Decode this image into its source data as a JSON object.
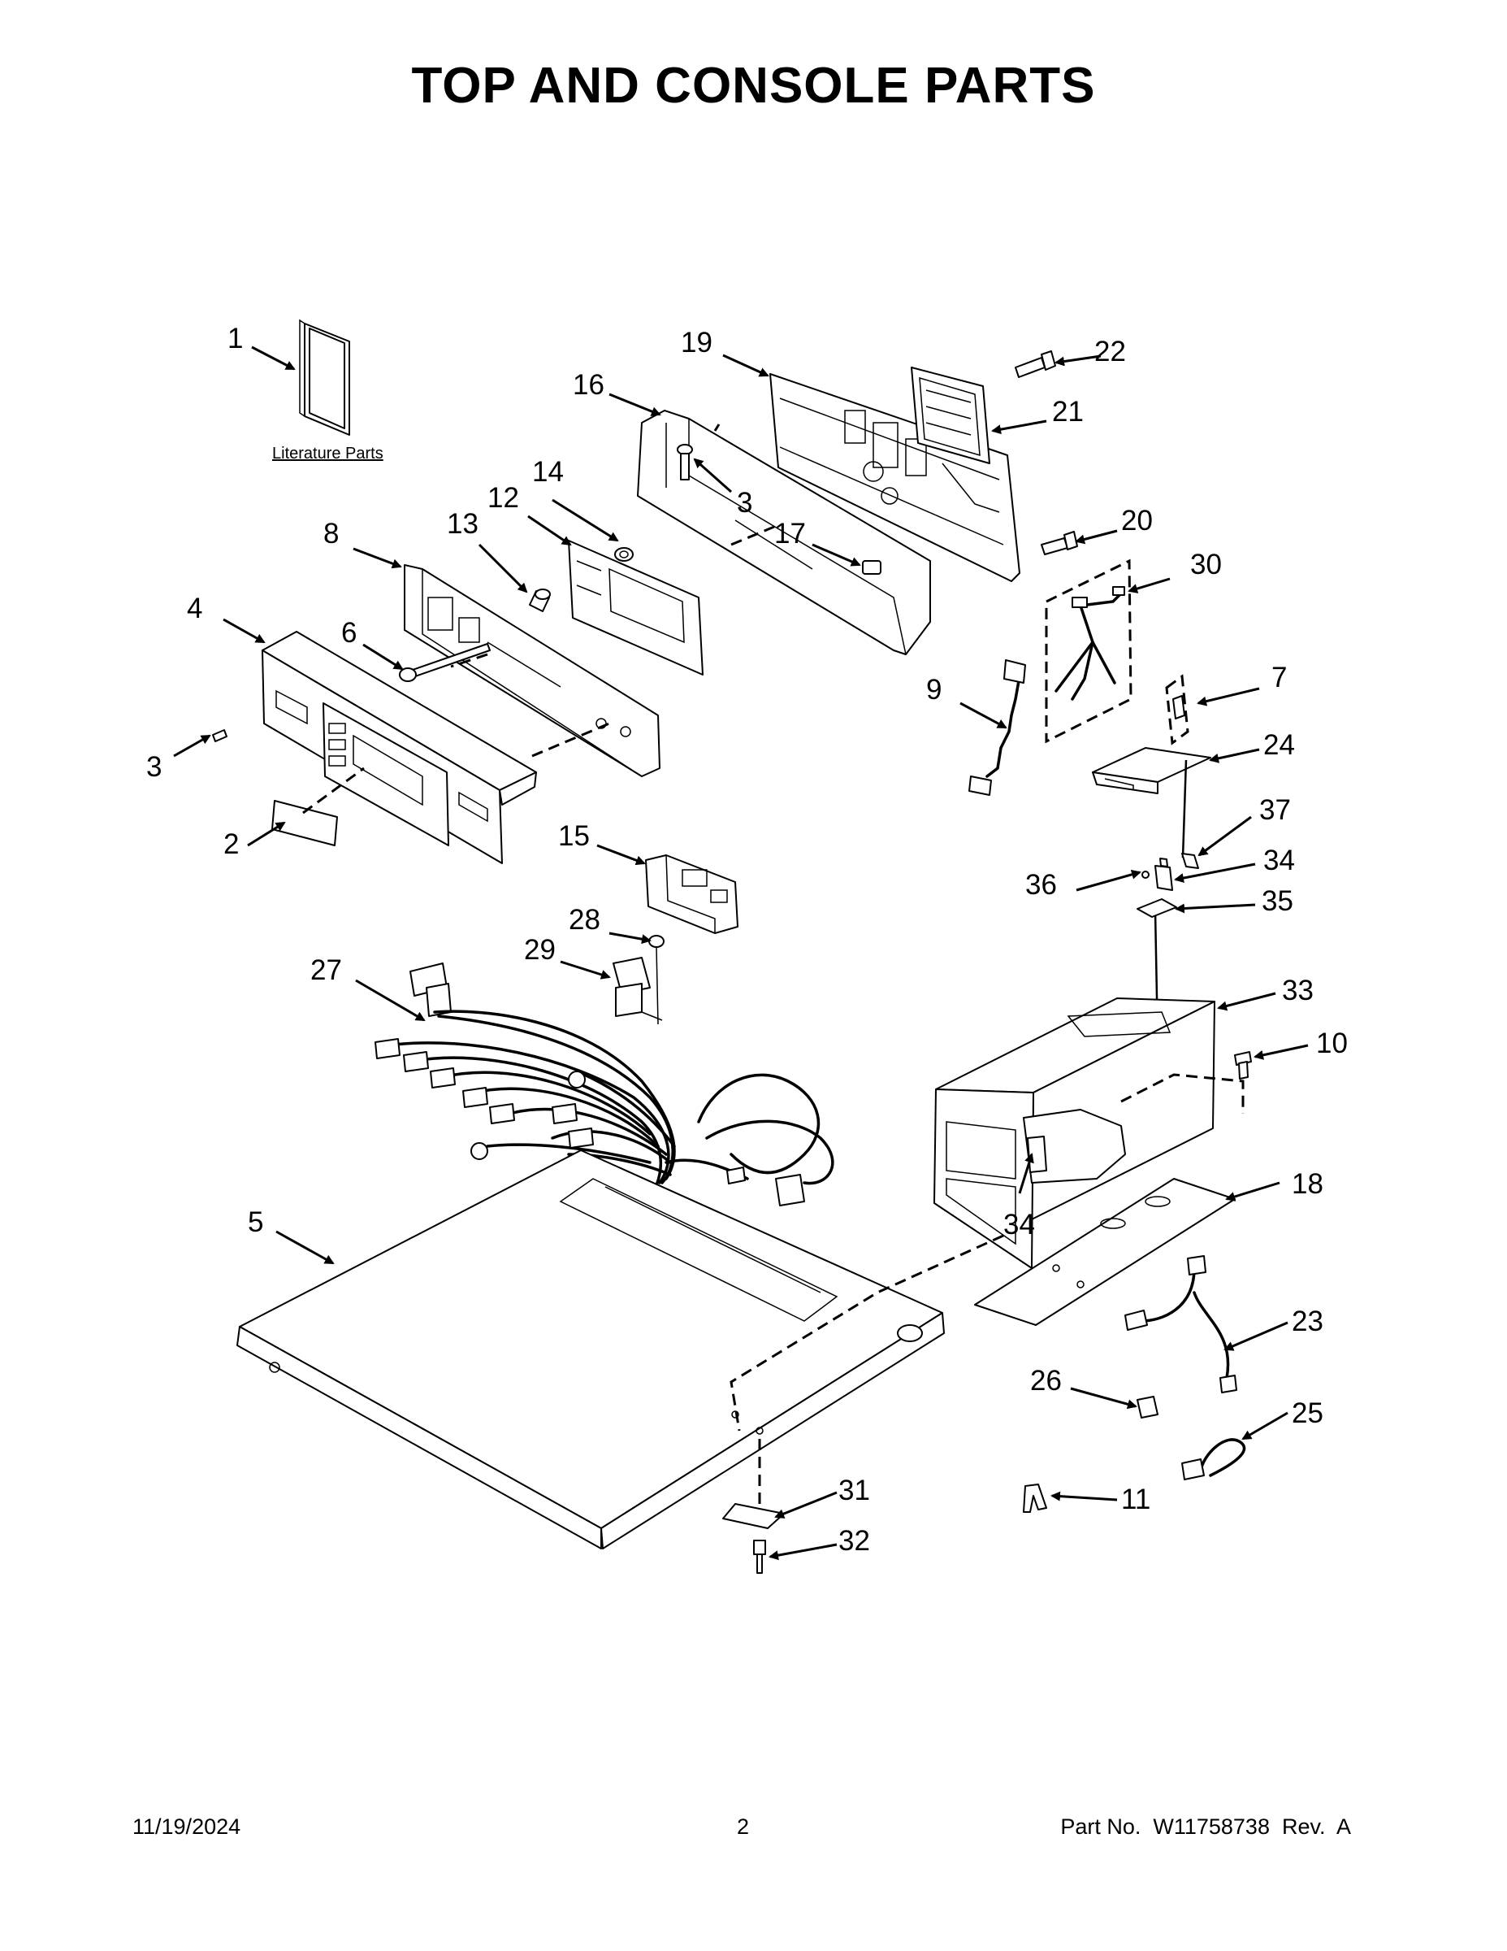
{
  "page": {
    "title": "TOP AND CONSOLE PARTS",
    "literature_label": "Literature Parts"
  },
  "callouts": [
    "1",
    "19",
    "22",
    "16",
    "21",
    "3",
    "14",
    "12",
    "13",
    "8",
    "17",
    "20",
    "30",
    "4",
    "6",
    "9",
    "7",
    "24",
    "3",
    "2",
    "15",
    "37",
    "34",
    "36",
    "35",
    "28",
    "29",
    "27",
    "33",
    "10",
    "18",
    "5",
    "34",
    "23",
    "26",
    "25",
    "31",
    "32",
    "11"
  ],
  "footer": {
    "date": "11/19/2024",
    "page_number": "2",
    "part_number": "Part No.  W11758738  Rev.  A"
  }
}
